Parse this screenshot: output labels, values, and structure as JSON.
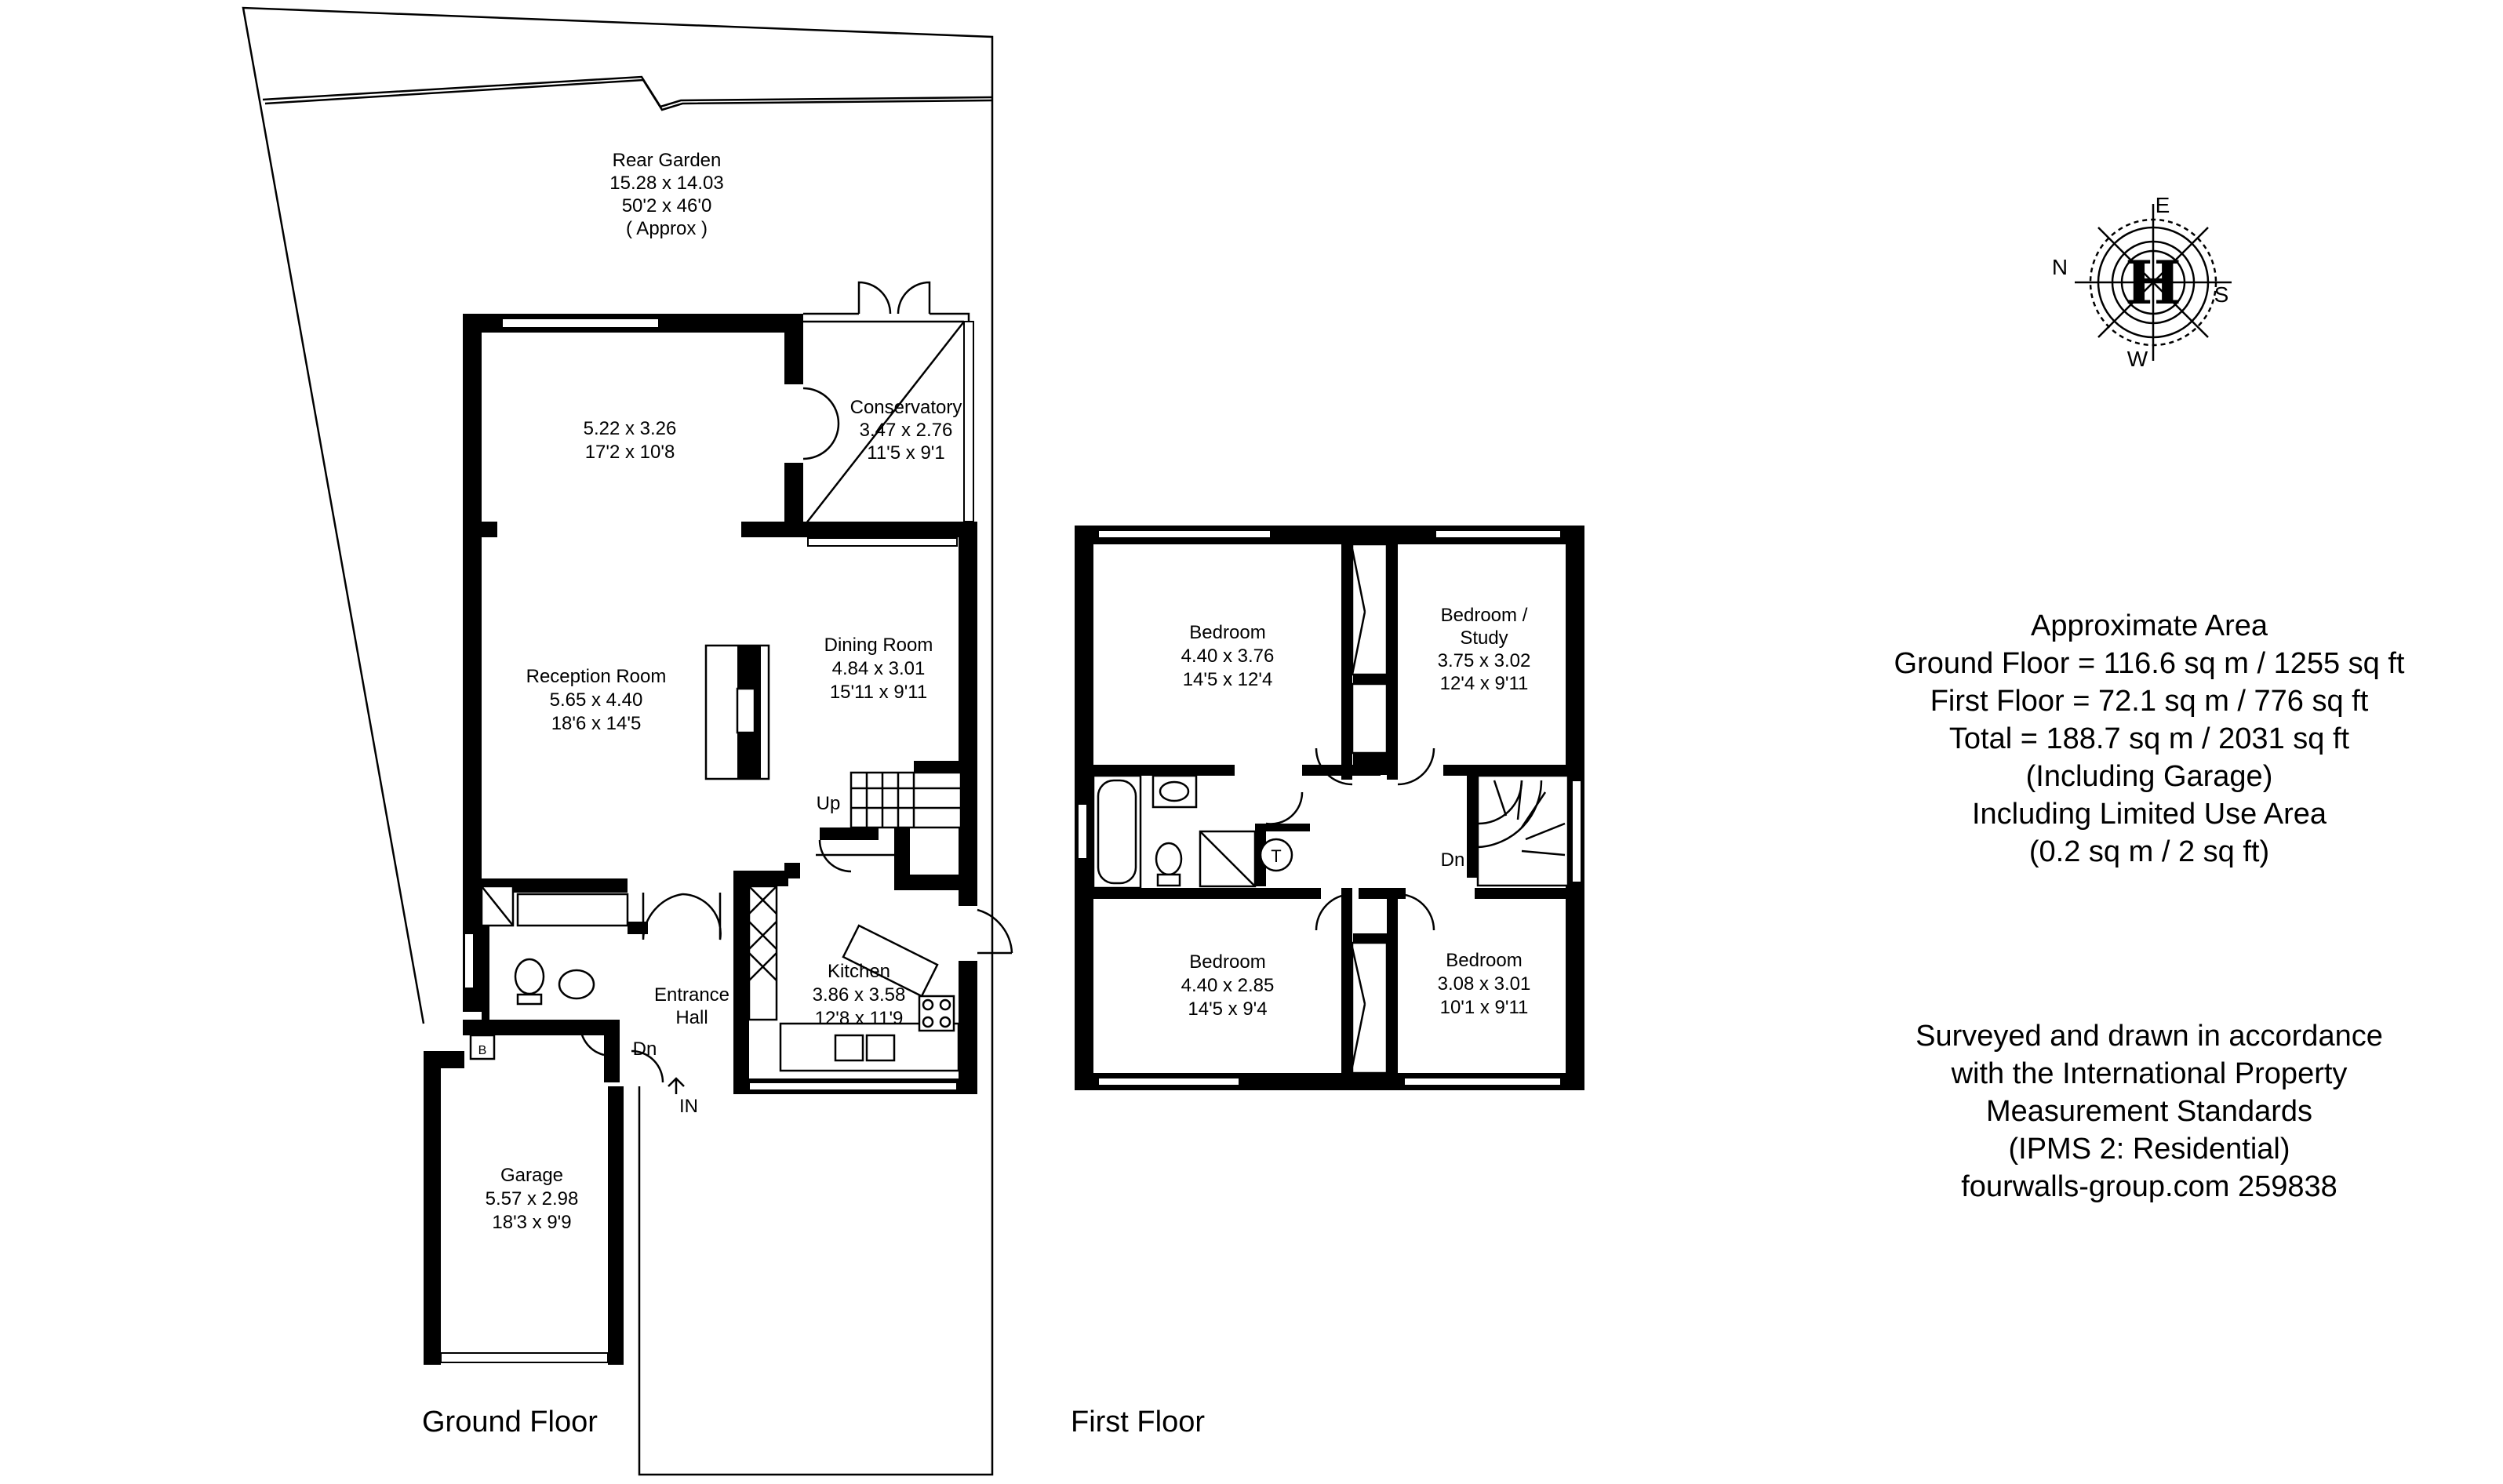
{
  "rooms": {
    "rear_garden": {
      "name": "Rear Garden",
      "metric": "15.28 x 14.03",
      "imperial": "50'2 x 46'0",
      "note": "( Approx )"
    },
    "living_area": {
      "metric": "5.22 x 3.26",
      "imperial": "17'2 x 10'8"
    },
    "conservatory": {
      "name": "Conservatory",
      "metric": "3.47 x 2.76",
      "imperial": "11'5 x 9'1"
    },
    "reception": {
      "name": "Reception Room",
      "metric": "5.65 x 4.40",
      "imperial": "18'6 x 14'5"
    },
    "dining": {
      "name": "Dining Room",
      "metric": "4.84 x 3.01",
      "imperial": "15'11 x 9'11"
    },
    "kitchen": {
      "name": "Kitchen",
      "metric": "3.86 x 3.58",
      "imperial": "12'8 x 11'9"
    },
    "entrance": {
      "name_line1": "Entrance",
      "name_line2": "Hall"
    },
    "garage": {
      "name": "Garage",
      "metric": "5.57 x 2.98",
      "imperial": "18'3 x 9'9"
    },
    "bedroom1": {
      "name": "Bedroom",
      "metric": "4.40 x 3.76",
      "imperial": "14'5 x 12'4"
    },
    "bedroom_study": {
      "name_line1": "Bedroom /",
      "name_line2": "Study",
      "metric": "3.75 x 3.02",
      "imperial": "12'4 x 9'11"
    },
    "bedroom3": {
      "name": "Bedroom",
      "metric": "4.40 x 2.85",
      "imperial": "14'5 x 9'4"
    },
    "bedroom4": {
      "name": "Bedroom",
      "metric": "3.08 x 3.01",
      "imperial": "10'1 x 9'11"
    }
  },
  "markers": {
    "up": "Up",
    "dn_ground": "Dn",
    "dn_first": "Dn",
    "entry": "IN",
    "boiler": "B",
    "tank": "T"
  },
  "floors": {
    "ground": "Ground Floor",
    "first": "First Floor"
  },
  "compass": {
    "north": "N",
    "east": "E",
    "south": "S",
    "west": "W",
    "logo_letter": "H"
  },
  "area": {
    "line1": "Approximate Area",
    "line2": "Ground Floor = 116.6 sq m / 1255 sq ft",
    "line3": "First Floor  = 72.1 sq m / 776 sq ft",
    "line4": "Total = 188.7 sq m / 2031 sq ft",
    "line5": "(Including Garage)",
    "line6": "Including Limited Use Area",
    "line7": "(0.2 sq m / 2 sq ft)"
  },
  "survey": {
    "line1": "Surveyed and drawn in accordance",
    "line2": "with the International Property",
    "line3": "Measurement Standards",
    "line4": "(IPMS 2: Residential)",
    "line5": "fourwalls-group.com 259838"
  }
}
